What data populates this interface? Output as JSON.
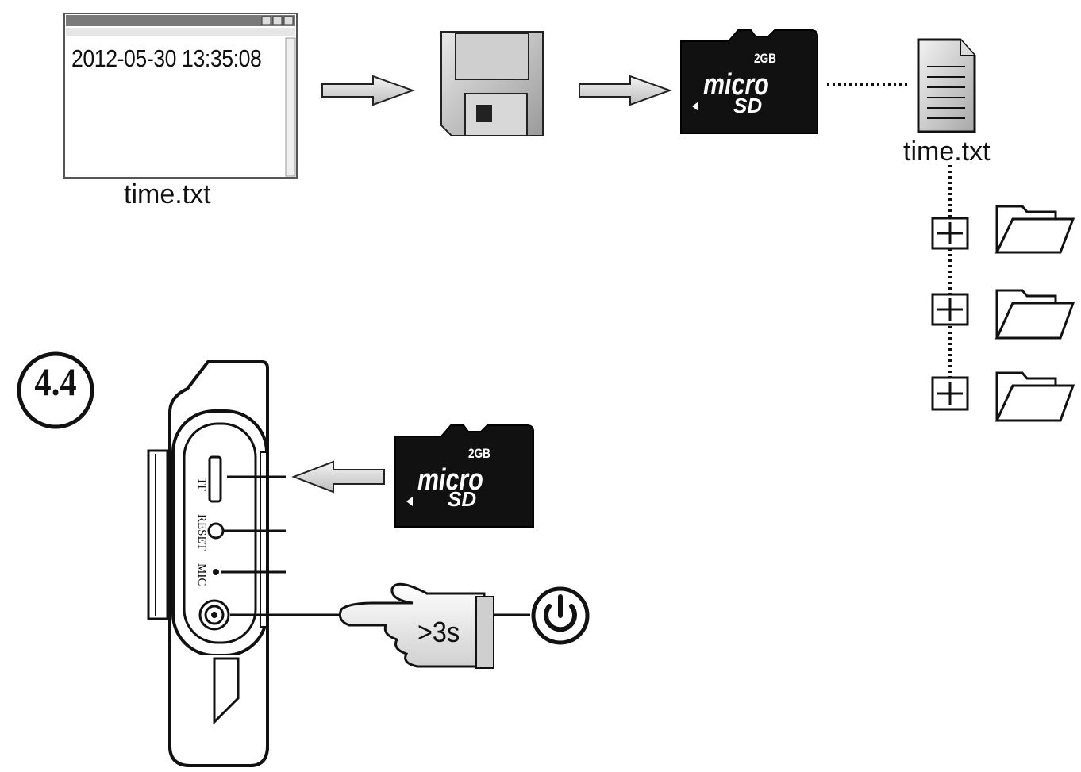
{
  "notepad": {
    "content": "2012-05-30 13:35:08",
    "filename": "time.txt"
  },
  "saved_file": {
    "filename": "time.txt"
  },
  "sd_card_top": {
    "capacity": "2GB",
    "brand_top": "micro",
    "brand_bottom": "SD"
  },
  "sd_card_bottom": {
    "capacity": "2GB",
    "brand_top": "micro",
    "brand_bottom": "SD"
  },
  "step": {
    "number": "4.4"
  },
  "device": {
    "slot_label": "TF",
    "reset_label": "RESET",
    "mic_label": "MIC"
  },
  "power_action": {
    "hold_label": ">3s"
  },
  "icons": {
    "notepad": "notepad-window-icon",
    "save": "floppy-disk-icon",
    "sd": "microsd-card-icon",
    "file": "text-file-icon",
    "folder": "folder-icon",
    "expand": "plus-box-icon",
    "power": "power-icon",
    "hand": "pointing-hand-icon"
  }
}
